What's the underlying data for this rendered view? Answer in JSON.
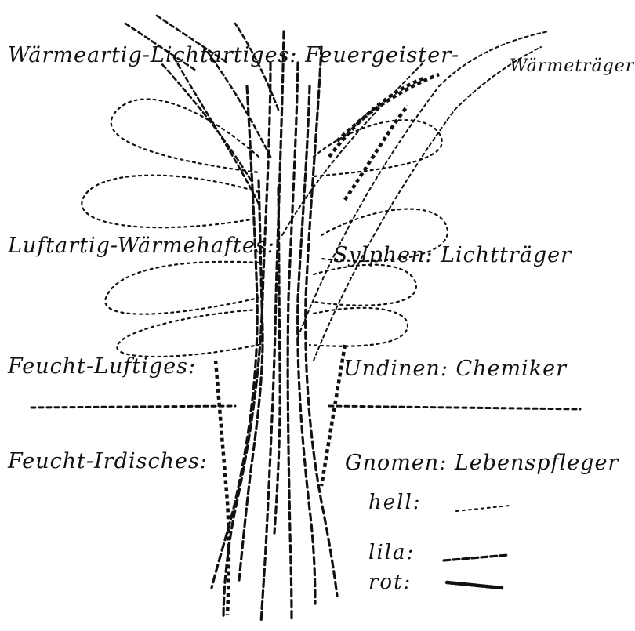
{
  "labels": {
    "warmth_light": "Wärmeartig-Lichtartiges: Feuergeister-",
    "warmth_bearer": "Wärmeträger",
    "air_warmth": "Luftartig-Wärmehaftes:",
    "sylphs": "Sylphen: Lichtträger",
    "moist_airy": "Feucht-Luftiges:",
    "undines": "Undinen: Chemiker",
    "moist_earthy": "Feucht-Irdisches:",
    "gnomes": "Gnomen: Lebenspfleger"
  },
  "legend": {
    "light": "hell:",
    "lilac": "lila:",
    "red": "rot:"
  },
  "colors": {
    "ink": "#111111",
    "paper": "#ffffff"
  }
}
